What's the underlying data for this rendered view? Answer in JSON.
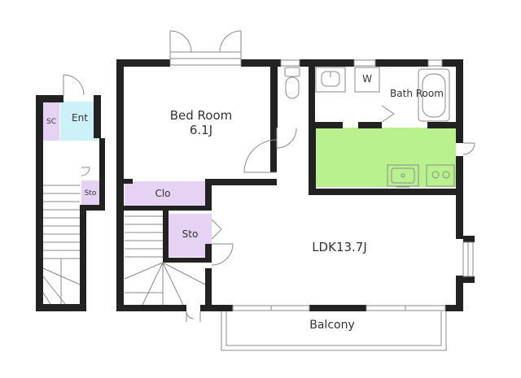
{
  "rooms": {
    "bedroom": {
      "name": "Bed Room",
      "size": "6.1J"
    },
    "ldk": {
      "name": "LDK13.7J"
    },
    "bath": {
      "name": "Bath Room"
    },
    "balcony": {
      "name": "Balcony"
    },
    "entrance": {
      "name": "Ent"
    },
    "shoe_closet": {
      "name": "SC"
    },
    "closet": {
      "name": "Clo"
    },
    "storage_main": {
      "name": "Sto"
    },
    "storage_small": {
      "name": "Sto"
    },
    "washer": {
      "name": "W"
    }
  },
  "colors": {
    "wall": "#222222",
    "kitchen": "#b8f18d",
    "storage": "#e6d2f3",
    "entrance": "#ccf1f9",
    "line": "#8a8a8a"
  }
}
